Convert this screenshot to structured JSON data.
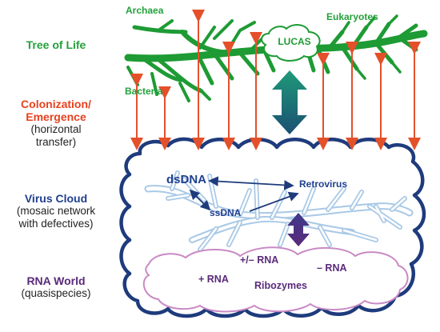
{
  "left_labels": {
    "tree_of_life": "Tree of Life",
    "colonization_1": "Colonization/",
    "colonization_2": "Emergence",
    "colonization_sub1": "(horizontal",
    "colonization_sub2": "transfer)",
    "virus_cloud": "Virus Cloud",
    "virus_sub1": "(mosaic network",
    "virus_sub2": "with defectives)",
    "rna_world": "RNA World",
    "rna_sub": "(quasispecies)"
  },
  "tree": {
    "archaea": "Archaea",
    "eukaryotes": "Eukaryotes",
    "bacteria": "Bacteria",
    "lucas": "LUCAS"
  },
  "virus": {
    "dsdna": "dsDNA",
    "retrovirus": "Retrovirus",
    "ssdna": "ssDNA"
  },
  "rna": {
    "plus_minus": "+/– RNA",
    "minus": "– RNA",
    "plus": "+ RNA",
    "ribozymes": "Ribozymes"
  },
  "colors": {
    "tree_green": "#1e9b34",
    "label_green": "#23a13b",
    "label_orange": "#e8411e",
    "label_blue": "#1f3f8f",
    "label_purple": "#5a2a7a",
    "arrow_red": "#e4502a",
    "cloud_navy": "#1e3b7c",
    "net_blue": "#a9c9e6",
    "rna_purple": "#c98ac4"
  }
}
